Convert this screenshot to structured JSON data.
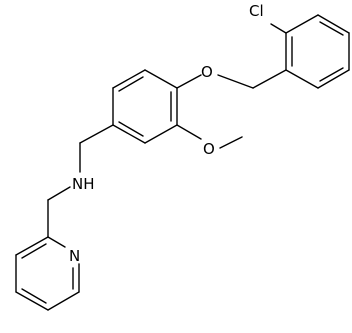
{
  "atoms": {
    "chlorine": "Cl",
    "ether_oxygen": "O",
    "methoxy_oxygen": "O",
    "amine": "NH",
    "pyridine_nitrogen": "N"
  },
  "colors": {
    "bond": "#000000",
    "label": "#000000",
    "background": "#ffffff"
  }
}
